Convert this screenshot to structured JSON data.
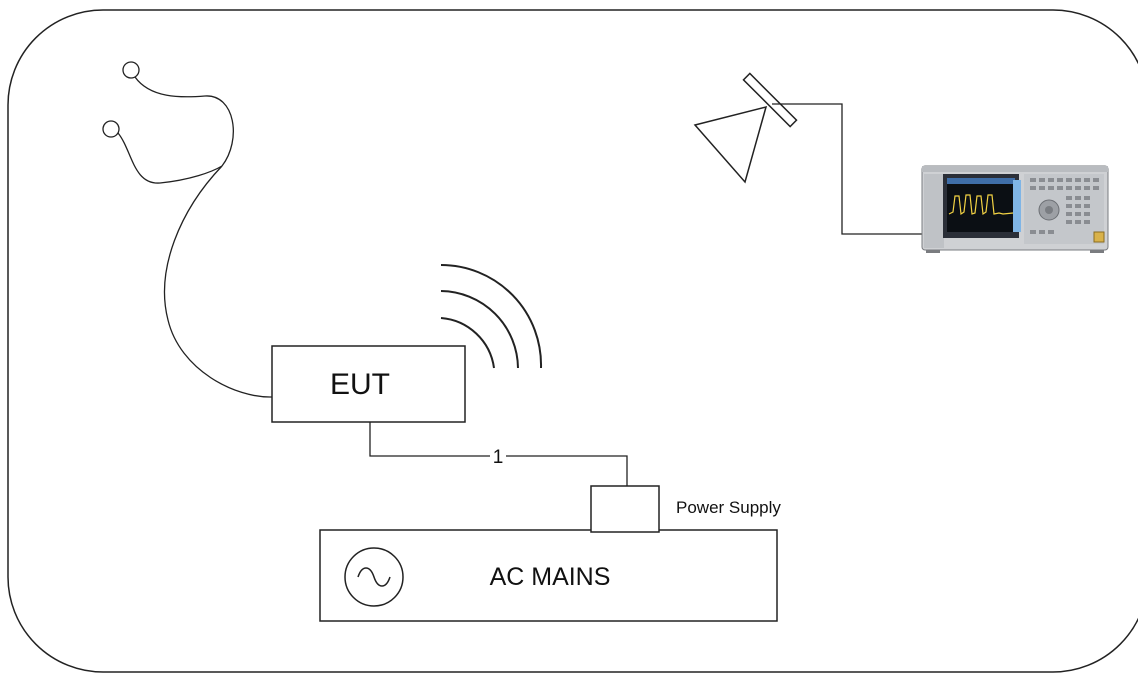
{
  "diagram": {
    "eut_label": "EUT",
    "cable_label": "1",
    "power_supply_label": "Power Supply",
    "ac_mains_label": "AC MAINS"
  },
  "icons": {
    "antenna": "antenna-icon",
    "analyzer": "spectrum-analyzer-icon",
    "ac_source": "ac-sine-source-icon",
    "wireless": "wireless-signal-icon",
    "probe": "earphone-probe-icon"
  }
}
